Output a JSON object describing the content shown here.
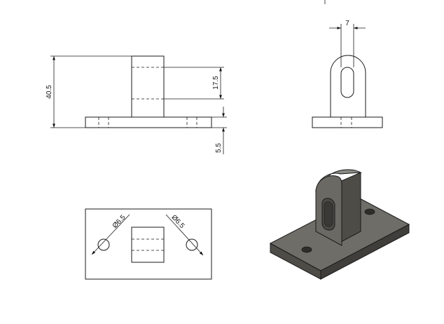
{
  "views": {
    "front": {
      "dims": {
        "overall_height": "40.5",
        "hole_height": "17.5",
        "base_thickness": "5.5"
      }
    },
    "side": {
      "dims": {
        "slot_width": "7"
      }
    },
    "top": {
      "dims": {
        "left_hole_dia": "Ø6.5",
        "right_hole_dia": "Ø6.5"
      }
    }
  },
  "colors": {
    "line": "#1a1a1a",
    "base_top": "#6e6d67",
    "base_side": "#4d4c47",
    "post_face": "#6a6964",
    "post_top": "#8a8983"
  }
}
